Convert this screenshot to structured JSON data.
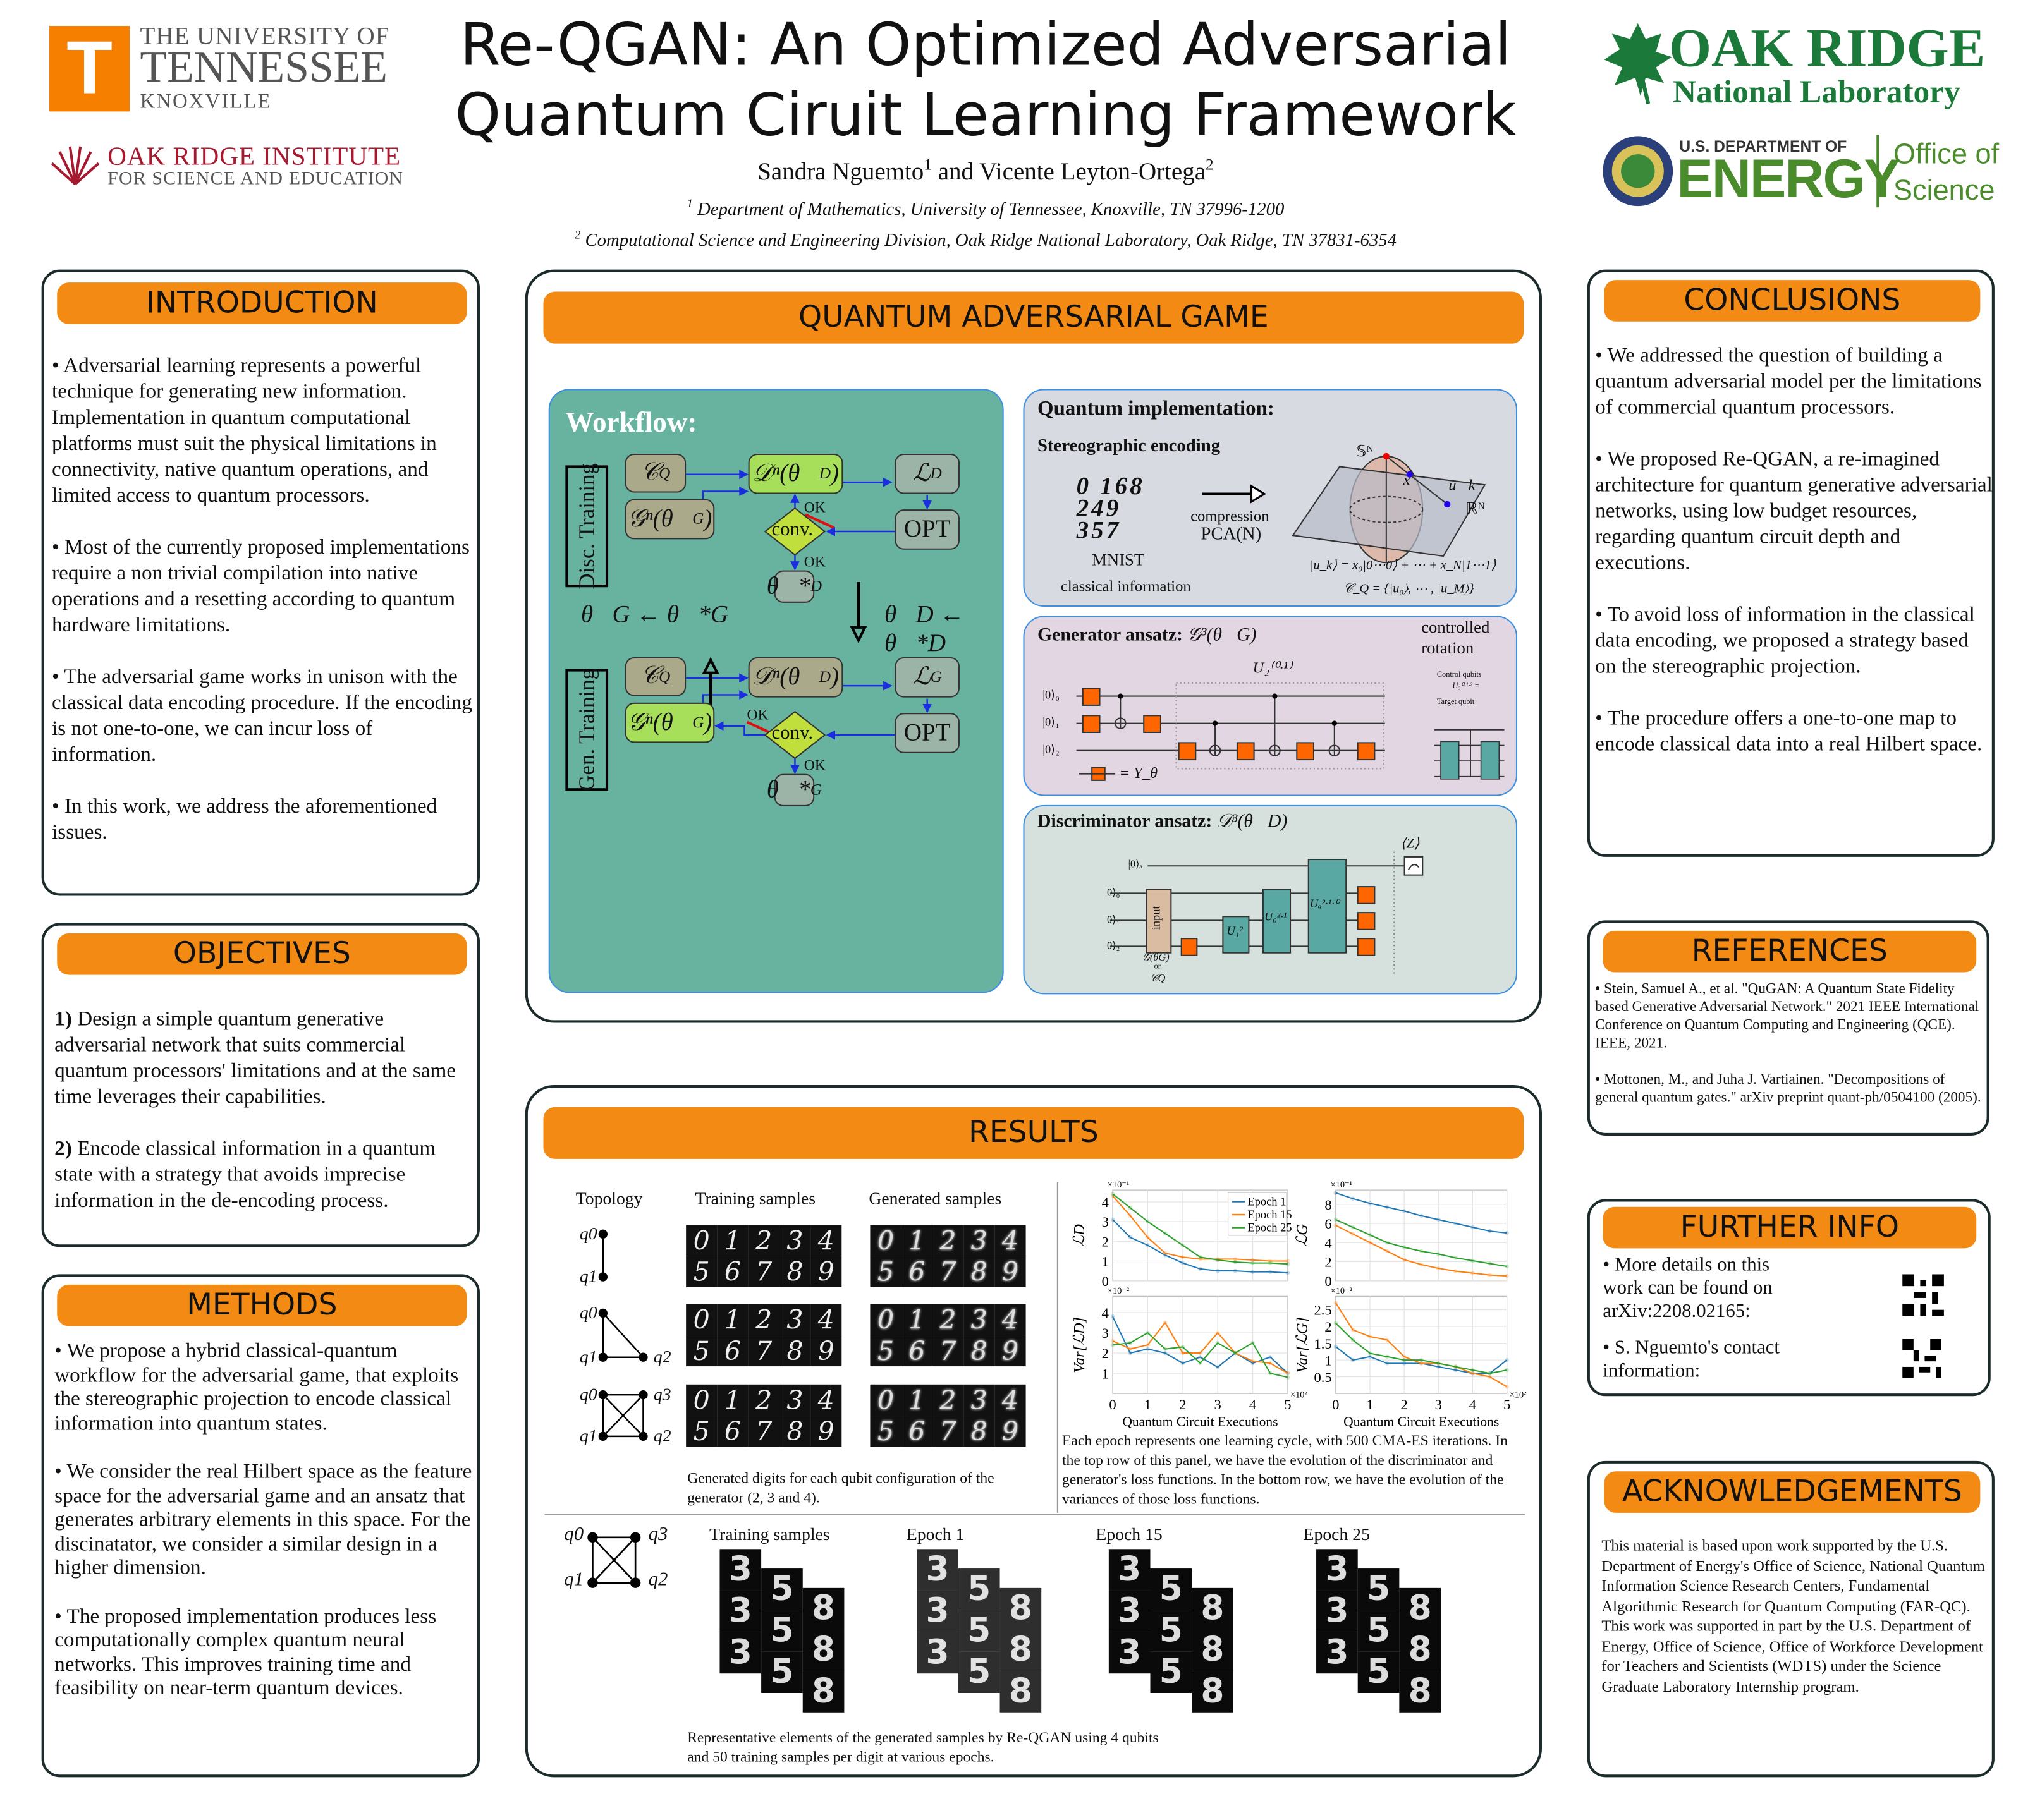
{
  "header": {
    "title_line1": "Re-QGAN: An Optimized Adversarial",
    "title_line2": "Quantum Ciruit Learning Framework",
    "authors": {
      "a1": "Sandra Nguemto",
      "s1": "1",
      "and": " and Vicente Leyton-Ortega",
      "s2": "2"
    },
    "affiliations": [
      {
        "num": "1",
        "text": " Department of Mathematics, University of Tennessee, Knoxville, TN 37996-1200"
      },
      {
        "num": "2",
        "text": " Computational Science and Engineering Division, Oak Ridge National Laboratory, Oak Ridge, TN 37831-6354"
      }
    ],
    "logos": {
      "ut": {
        "letter": "T",
        "l1": "THE UNIVERSITY OF",
        "l2": "TENNESSEE",
        "l3": "KNOXVILLE",
        "color": "#f77f00"
      },
      "orise": {
        "l1": "OAK RIDGE INSTITUTE",
        "l2": "FOR SCIENCE AND EDUCATION",
        "color": "#a6192e"
      },
      "ornl": {
        "l1": "OAK RIDGE",
        "l2": "National Laboratory",
        "color": "#1b7a3a"
      },
      "doe": {
        "l1": "U.S. DEPARTMENT OF",
        "l2": "ENERGY",
        "l3": "Office of",
        "l4": "Science",
        "color": "#4a8b2c"
      }
    }
  },
  "introduction": {
    "title": "INTRODUCTION",
    "paragraphs": [
      "• Adversarial learning represents a powerful technique for generating new information. Implementation in quantum computational platforms must suit the physical limitations in connectivity, native quantum operations, and limited access to quantum processors.",
      "• Most of the currently proposed implementations require a non trivial compilation into native operations and a resetting according to quantum hardware limitations.",
      "• The adversarial game works in unison with the classical data encoding procedure. If the encoding is not one-to-one, we can incur loss of information.",
      "• In this work, we address the aforementioned issues."
    ]
  },
  "objectives": {
    "title": "OBJECTIVES",
    "items": [
      {
        "num": "1)",
        "text": " Design a simple quantum  generative adversarial network that suits commercial quantum processors' limitations and at the same time leverages their capabilities."
      },
      {
        "num": "2)",
        "text": " Encode classical information in a quantum state with a strategy that avoids imprecise information in the de-encoding process."
      }
    ]
  },
  "methods": {
    "title": "METHODS",
    "paragraphs": [
      "• We propose a hybrid classical-quantum workflow for the adversarial game, that exploits the stereographic projection to encode classical information into quantum states.",
      "• We consider the real Hilbert space as the feature space for the adversarial game and an ansatz that generates arbitrary elements in this space. For the discinatator, we consider a similar design in a higher dimension.",
      "• The proposed implementation produces less computationally complex quantum neural networks. This improves training time and feasibility on near-term quantum devices."
    ]
  },
  "game": {
    "title": "QUANTUM ADVERSARIAL GAME",
    "workflow": {
      "title": "Workflow:",
      "disc_label": "Disc. Training",
      "gen_label": "Gen. Training",
      "cq": "𝒞",
      "cq_sub": "Q",
      "dn": "𝒟ⁿ(θ⃗",
      "dn_sub": "D",
      "gn": "𝒢ⁿ(θ⃗",
      "gn_sub": "G",
      "close": ")",
      "ld": "ℒ",
      "ld_sub": "D",
      "lg": "ℒ",
      "lg_sub": "G",
      "opt": "OPT",
      "conv": "conv.",
      "ok": "OK",
      "theta_d_star": "θ⃗*",
      "theta_g_star": "θ⃗*",
      "sub_d": "D",
      "sub_g": "G",
      "update_g": "θ⃗G ← θ⃗*G",
      "update_d": "θ⃗D ← θ⃗*D"
    },
    "quantum": {
      "title": "Quantum implementation:",
      "subtitle": "Stereographic encoding",
      "digits": "0 168 249 357",
      "mnist": "MNIST",
      "classical": "classical information",
      "compression": "compression",
      "pca": "PCA(N)",
      "sphere": "𝕊ᴺ",
      "plane": "ℝᴺ",
      "x": "x⃗",
      "uk": "u⃗k",
      "eq1": "|u_k⟩ = x₀|0⋯0⟩ + ⋯ + x_N|1⋯1⟩",
      "eq2": "𝒞_Q = {|u₀⟩, ⋯ , |u_M⟩}"
    },
    "generator": {
      "title": "Generator ansatz: ",
      "math": "𝒢³(θ⃗G)",
      "controlled": "controlled",
      "rotation": "rotation",
      "u2": "U₂⁽⁰·¹⁾",
      "q0": "|0⟩₀",
      "q1": "|0⟩₁",
      "q2": "|0⟩₂",
      "legend": "= Y_θ",
      "control_qubits": "Control qubits",
      "target_qubit": "Target qubit",
      "u3": "U₃⁰·¹·² ="
    },
    "discriminator": {
      "title": "Discriminator ansatz: ",
      "math": "𝒟³(θ⃗D)",
      "qa": "|0⟩ₐ",
      "q0": "|0⟩₀",
      "q1": "|0⟩₁",
      "q2": "|0⟩₂",
      "input": "input",
      "input_sub1": "𝒢(θG)",
      "input_or": "or",
      "input_sub2": "𝒞Q",
      "u1": "U₁²",
      "u0": "U₀²·¹",
      "ua": "Uₐ²·¹·⁰",
      "z": "⟨Z⟩"
    }
  },
  "results": {
    "title": "RESULTS",
    "col_topology": "Topology",
    "col_training": "Training samples",
    "col_generated": "Generated samples",
    "qubit_labels": [
      "q0",
      "q1",
      "q2",
      "q3"
    ],
    "digits_row1": [
      "0",
      "1",
      "2",
      "3",
      "4"
    ],
    "digits_row2": [
      "5",
      "6",
      "7",
      "8",
      "9"
    ],
    "caption_left": "Generated digits for each qubit configuration of the generator (2, 3 and 4).",
    "caption_charts": "Each epoch represents one learning cycle, with 500 CMA-ES iterations. In the top row of this panel, we have the evolution of the discriminator and generator's loss functions. In the bottom row, we have the evolution of the variances of those loss functions.",
    "bottom_labels": [
      "Training samples",
      "Epoch 1",
      "Epoch 15",
      "Epoch 25"
    ],
    "bottom_digits": [
      "3",
      "5",
      "8"
    ],
    "caption_bottom": "Representative elements of the generated samples by Re-QGAN using 4 qubits and 50 training samples per digit at various epochs."
  },
  "conclusions": {
    "title": "CONCLUSIONS",
    "paragraphs": [
      "• We addressed the question of building a quantum adversarial model per the limitations of commercial quantum processors.",
      "• We proposed Re-QGAN, a re-imagined architecture for quantum generative adversarial networks, using low budget resources, regarding quantum circuit depth and executions.",
      "• To avoid loss of information in the classical data encoding, we proposed a strategy based on the stereographic projection.",
      "• The procedure offers a one-to-one map to encode classical data into a real Hilbert space."
    ]
  },
  "references": {
    "title": "REFERENCES",
    "items": [
      "• Stein, Samuel A., et al. \"QuGAN: A Quantum State Fidelity based Generative Adversarial Network.\" 2021 IEEE International Conference on Quantum Computing and Engineering (QCE). IEEE, 2021.",
      "• Mottonen, M., and Juha J. Vartiainen. \"Decompositions of general quantum gates.\" arXiv preprint quant-ph/0504100 (2005)."
    ]
  },
  "further_info": {
    "title": "FURTHER INFO",
    "item1": "• More details on this work can be found on arXiv:2208.02165:",
    "item2": "• S. Nguemto's contact information:"
  },
  "acknowledgements": {
    "title": "ACKNOWLEDGEMENTS",
    "text": "This material is based upon work supported by the U.S. Department of Energy's Office of Science, National Quantum Information Science Research Centers, Fundamental Algorithmic Research for Quantum Computing (FAR-QC). This work was supported in part by the U.S. Department of Energy, Office of Science, Office of Workforce Development for Teachers and Scientists (WDTS) under the Science Graduate Laboratory Internship program."
  },
  "colors": {
    "orange": "#f28a14",
    "epoch1": "#1f77b4",
    "epoch15": "#ff7f0e",
    "epoch25": "#2ca02c"
  },
  "chart_data": [
    {
      "type": "line",
      "ylabel": "ℒD",
      "yexp": "×10⁻¹",
      "xlabel": "",
      "ylim": [
        0,
        4.6
      ],
      "yticks": [
        0,
        1,
        2,
        3,
        4
      ],
      "x": [
        0,
        50,
        100,
        150,
        200,
        250,
        300,
        350,
        400,
        450,
        500
      ],
      "legend": [
        "Epoch 1",
        "Epoch 15",
        "Epoch 25"
      ],
      "legend_position": "top-right",
      "series": [
        {
          "name": "Epoch 1",
          "values": [
            3.1,
            2.2,
            1.8,
            1.3,
            0.9,
            0.6,
            0.5,
            0.5,
            0.45,
            0.45,
            0.4
          ]
        },
        {
          "name": "Epoch 15",
          "values": [
            4.3,
            3.3,
            2.2,
            1.4,
            1.2,
            1.1,
            1.1,
            1.1,
            1.05,
            1.0,
            1.0
          ]
        },
        {
          "name": "Epoch 25",
          "values": [
            4.4,
            3.7,
            3.0,
            2.4,
            1.8,
            1.2,
            1.05,
            0.95,
            0.9,
            0.9,
            0.85
          ]
        }
      ]
    },
    {
      "type": "line",
      "ylabel": "ℒG",
      "yexp": "×10⁻¹",
      "xlabel": "",
      "ylim": [
        0,
        9.5
      ],
      "yticks": [
        0,
        2,
        4,
        6,
        8
      ],
      "x": [
        0,
        50,
        100,
        150,
        200,
        250,
        300,
        350,
        400,
        450,
        500
      ],
      "series": [
        {
          "name": "Epoch 1",
          "values": [
            9.2,
            8.6,
            8.1,
            7.7,
            7.3,
            6.8,
            6.4,
            6.0,
            5.6,
            5.2,
            5.0
          ]
        },
        {
          "name": "Epoch 15",
          "values": [
            5.8,
            4.9,
            4.0,
            3.1,
            2.2,
            1.7,
            1.3,
            1.0,
            0.8,
            0.6,
            0.5
          ]
        },
        {
          "name": "Epoch 25",
          "values": [
            6.4,
            5.6,
            4.8,
            4.0,
            3.5,
            3.1,
            2.8,
            2.4,
            2.1,
            1.8,
            1.5
          ]
        }
      ]
    },
    {
      "type": "line",
      "ylabel": "Var[ℒD]",
      "yexp": "×10⁻²",
      "xexp": "×10²",
      "xlabel": "Quantum Circuit Executions",
      "ylim": [
        0,
        4.8
      ],
      "yticks": [
        1,
        2,
        3,
        4
      ],
      "xticks": [
        0,
        1,
        2,
        3,
        4,
        5
      ],
      "x": [
        0,
        50,
        100,
        150,
        200,
        250,
        300,
        350,
        400,
        450,
        500
      ],
      "series": [
        {
          "name": "Epoch 1",
          "values": [
            3.8,
            2.0,
            2.2,
            2.0,
            1.5,
            1.8,
            1.3,
            2.0,
            1.5,
            1.8,
            1.0
          ]
        },
        {
          "name": "Epoch 15",
          "values": [
            2.6,
            2.2,
            2.4,
            3.5,
            2.0,
            2.0,
            3.0,
            2.0,
            1.6,
            1.5,
            1.0
          ]
        },
        {
          "name": "Epoch 25",
          "values": [
            2.4,
            2.5,
            3.0,
            2.2,
            2.3,
            1.5,
            2.5,
            2.0,
            2.5,
            1.0,
            0.8
          ]
        }
      ]
    },
    {
      "type": "line",
      "ylabel": "Var[ℒG]",
      "yexp": "×10⁻²",
      "xexp": "×10²",
      "xlabel": "Quantum Circuit Executions",
      "ylim": [
        0,
        2.9
      ],
      "yticks": [
        0.5,
        1.0,
        1.5,
        2.0,
        2.5
      ],
      "xticks": [
        0,
        1,
        2,
        3,
        4,
        5
      ],
      "x": [
        0,
        50,
        100,
        150,
        200,
        250,
        300,
        350,
        400,
        450,
        500
      ],
      "series": [
        {
          "name": "Epoch 1",
          "values": [
            1.4,
            1.0,
            1.1,
            0.9,
            0.9,
            0.9,
            0.8,
            0.7,
            0.6,
            0.6,
            1.0
          ]
        },
        {
          "name": "Epoch 15",
          "values": [
            2.7,
            1.9,
            1.7,
            1.6,
            1.1,
            0.9,
            0.9,
            0.8,
            0.6,
            0.5,
            0.2
          ]
        },
        {
          "name": "Epoch 25",
          "values": [
            2.1,
            1.6,
            1.2,
            1.1,
            1.0,
            1.0,
            0.9,
            0.8,
            0.7,
            0.6,
            0.7
          ]
        }
      ]
    }
  ]
}
